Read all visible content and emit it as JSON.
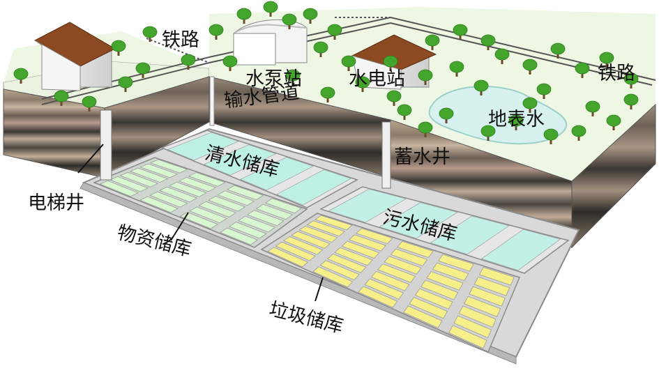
{
  "labels": {
    "railway_left": "铁路",
    "railway_right": "铁路",
    "pump_station": "水泵站",
    "hydro_station": "水电站",
    "water_pipe": "输水管道",
    "surface_water": "地表水",
    "storage_well": "蓄水井",
    "clean_water_storage": "清水储库",
    "sewage_storage": "污水储库",
    "elevator_shaft": "电梯井",
    "material_storage": "物资储库",
    "garbage_storage": "垃圾储库"
  },
  "colors": {
    "ground_surface": "#eef6e4",
    "soil_light": "#c9b39a",
    "soil_dark": "#3f3b36",
    "clean_water": "#bff0e4",
    "sewage_water": "#c3f0e6",
    "material_cell": "#d8f7d0",
    "garbage_cell": "#f7f08a",
    "roof": "#8b4a22",
    "tree": "#44a52c"
  },
  "icons": [
    "house-icon",
    "pump-station-building-icon",
    "tree-icon",
    "railway-track-icon"
  ]
}
